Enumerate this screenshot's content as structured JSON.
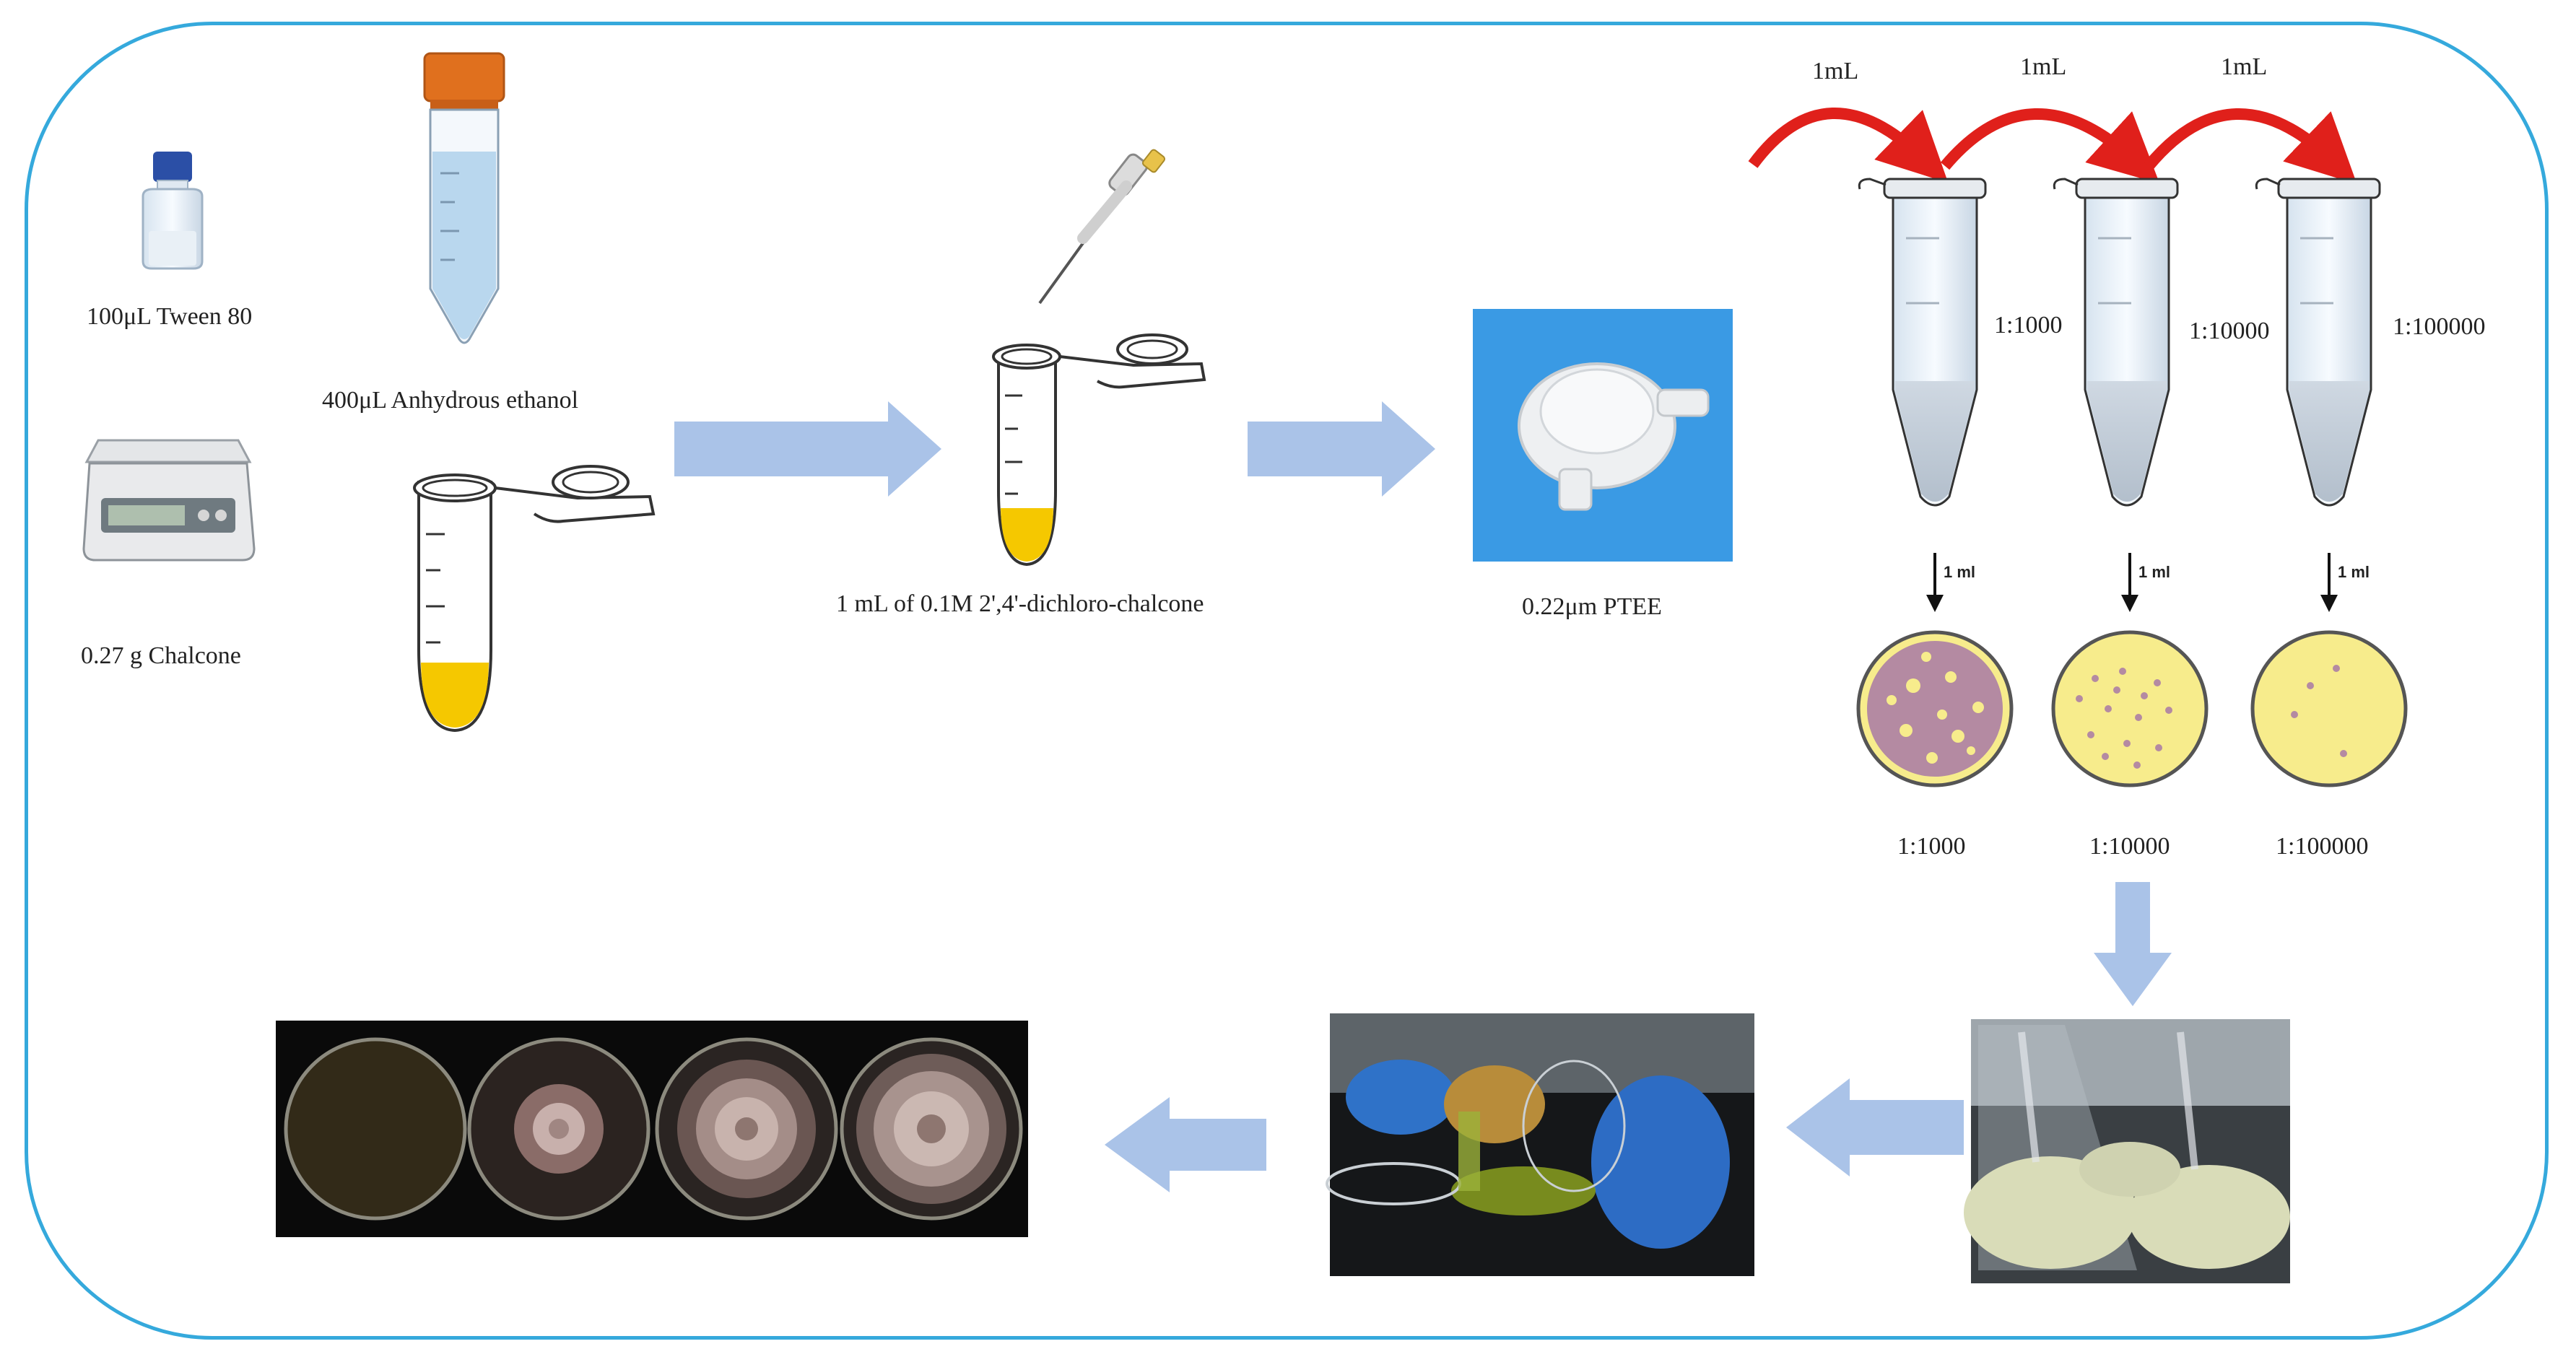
{
  "preparation": {
    "tween_label": "100μL Tween 80",
    "ethanol_label": "400μL Anhydrous ethanol",
    "chalcone_label": "0.27 g Chalcone",
    "solution_label": "1 mL  of 0.1M 2',4'-dichloro-chalcone",
    "filter_label": "0.22μm PTEE"
  },
  "dilution": {
    "transfer_labels": [
      "1mL",
      "1mL",
      "1mL"
    ],
    "tube_ratios": [
      "1:1000",
      "1:10000",
      "1:100000"
    ],
    "plating_labels": [
      "1 ml",
      "1 ml",
      "1 ml"
    ],
    "plate_ratios": [
      "1:1000",
      "1:10000",
      "1:100000"
    ]
  },
  "colors": {
    "frame": "#35a9dc",
    "flow_arrow": "#aac3e8",
    "transfer_arrow": "#e0201b",
    "solution": "#f5c800",
    "agar": "#f7ec8c",
    "colony": "#b48aa2"
  }
}
